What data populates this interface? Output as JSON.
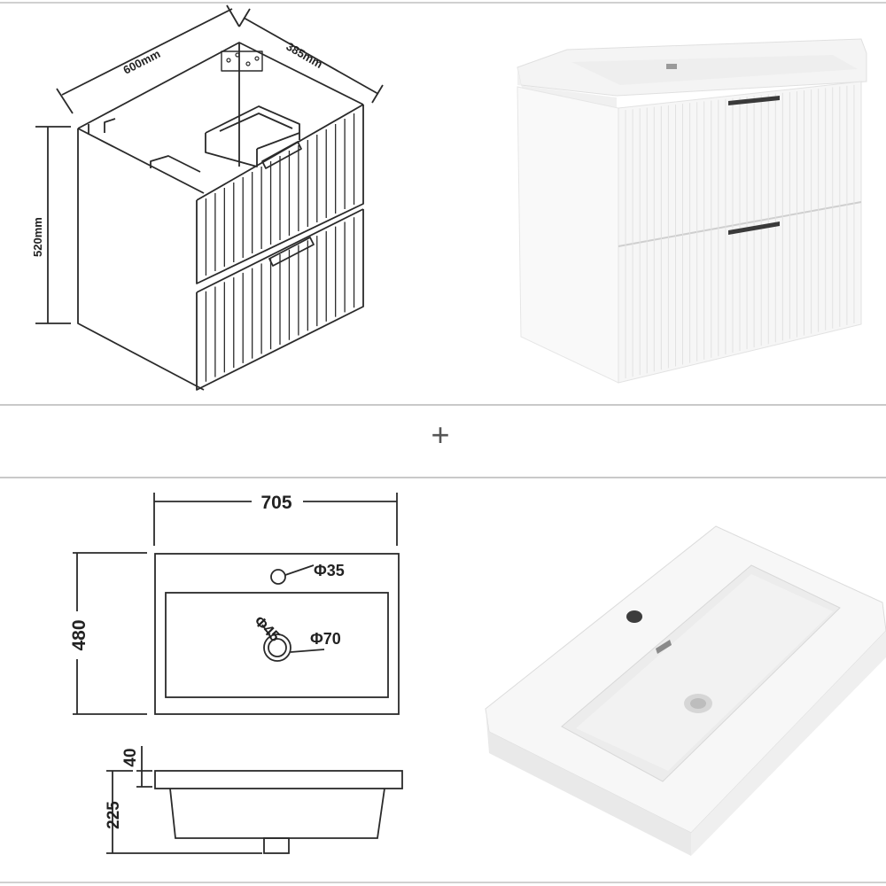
{
  "cabinet": {
    "width_label": "600mm",
    "depth_label": "385mm",
    "height_label": "520mm"
  },
  "separator": {
    "plus_symbol": "+"
  },
  "basin": {
    "width_label": "705",
    "depth_label": "480",
    "tap_hole_label": "Φ35",
    "waste_label": "Φ70",
    "waste_inner_label": "Φ45",
    "rim_label": "40",
    "bowl_depth_label": "225"
  },
  "colors": {
    "line": "#2a2a2a",
    "divider": "#c9c9c9",
    "product_white": "#f7f7f7",
    "product_shadow": "#dcdcdc",
    "handle": "#3a3a3a"
  }
}
